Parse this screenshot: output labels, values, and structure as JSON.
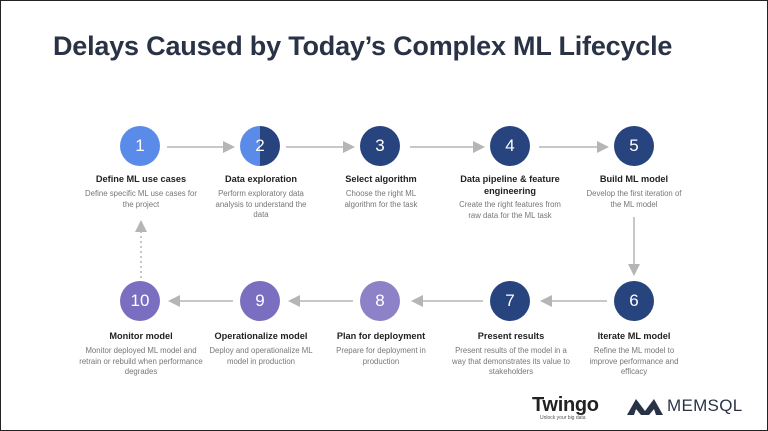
{
  "title": "Delays Caused by Today’s Complex ML Lifecycle",
  "steps": [
    {
      "num": "1",
      "label": "Define ML use cases",
      "desc": "Define specific ML use cases for the project",
      "color": "#5b8be8"
    },
    {
      "num": "2",
      "label": "Data exploration",
      "desc": "Perform exploratory data analysis to understand the data",
      "color": "#5b8be8/#27447e"
    },
    {
      "num": "3",
      "label": "Select algorithm",
      "desc": "Choose the right ML algorithm for the task",
      "color": "#27447e"
    },
    {
      "num": "4",
      "label": "Data pipeline & feature engineering",
      "desc": "Create the right features from raw data for the ML task",
      "color": "#27447e"
    },
    {
      "num": "5",
      "label": "Build ML model",
      "desc": "Develop the first iteration of the ML model",
      "color": "#27447e"
    },
    {
      "num": "6",
      "label": "Iterate ML model",
      "desc": "Refine the ML model to improve performance and efficacy",
      "color": "#27447e"
    },
    {
      "num": "7",
      "label": "Present results",
      "desc": "Present results of the model in a way that demonstrates its value to stakeholders",
      "color": "#27447e"
    },
    {
      "num": "8",
      "label": "Plan for deployment",
      "desc": "Prepare for deployment in production",
      "color": "#8d82c8"
    },
    {
      "num": "9",
      "label": "Operationalize model",
      "desc": "Deploy and operationalize ML model in production",
      "color": "#7a6ec0"
    },
    {
      "num": "10",
      "label": "Monitor model",
      "desc": "Monitor deployed ML model and retrain or rebuild when performance degrades",
      "color": "#7a6ec0"
    }
  ],
  "logos": {
    "twingo": "Twingo",
    "twingo_tagline": "Unlock your big data",
    "memsql": "MEMSQL",
    "memsql_icon": "memsql-m-icon"
  }
}
